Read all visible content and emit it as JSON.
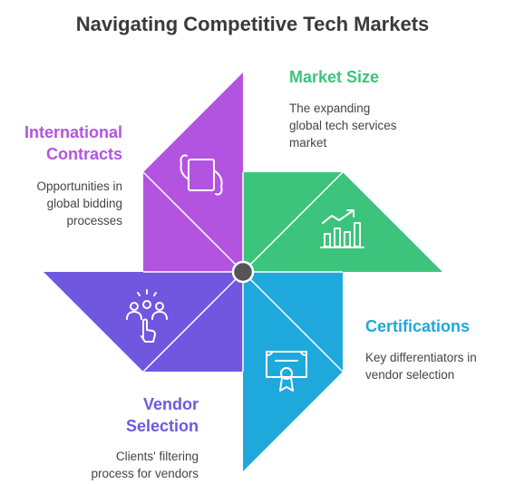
{
  "title": "Navigating Competitive Tech Markets",
  "colors": {
    "purple": "#b354e0",
    "green": "#3cc47c",
    "blue": "#1fa8dc",
    "violet": "#7057e0",
    "center": "#555555"
  },
  "segments": [
    {
      "id": "market-size",
      "label": "Market Size",
      "description_lines": [
        "The expanding",
        "global tech services",
        "market"
      ],
      "icon": "growth-chart-icon",
      "color": "#3cc47c"
    },
    {
      "id": "international-contracts",
      "label_lines": [
        "International",
        "Contracts"
      ],
      "description_lines": [
        "Opportunities in",
        "global bidding",
        "processes"
      ],
      "icon": "hand-document-icon",
      "color": "#b354e0"
    },
    {
      "id": "certifications",
      "label": "Certifications",
      "description_lines": [
        "Key differentiators in",
        "vendor selection"
      ],
      "icon": "certificate-icon",
      "color": "#1fa8dc"
    },
    {
      "id": "vendor-selection",
      "label_lines": [
        "Vendor",
        "Selection"
      ],
      "description_lines": [
        "Clients' filtering",
        "process for vendors"
      ],
      "icon": "people-select-icon",
      "color": "#7057e0"
    }
  ]
}
